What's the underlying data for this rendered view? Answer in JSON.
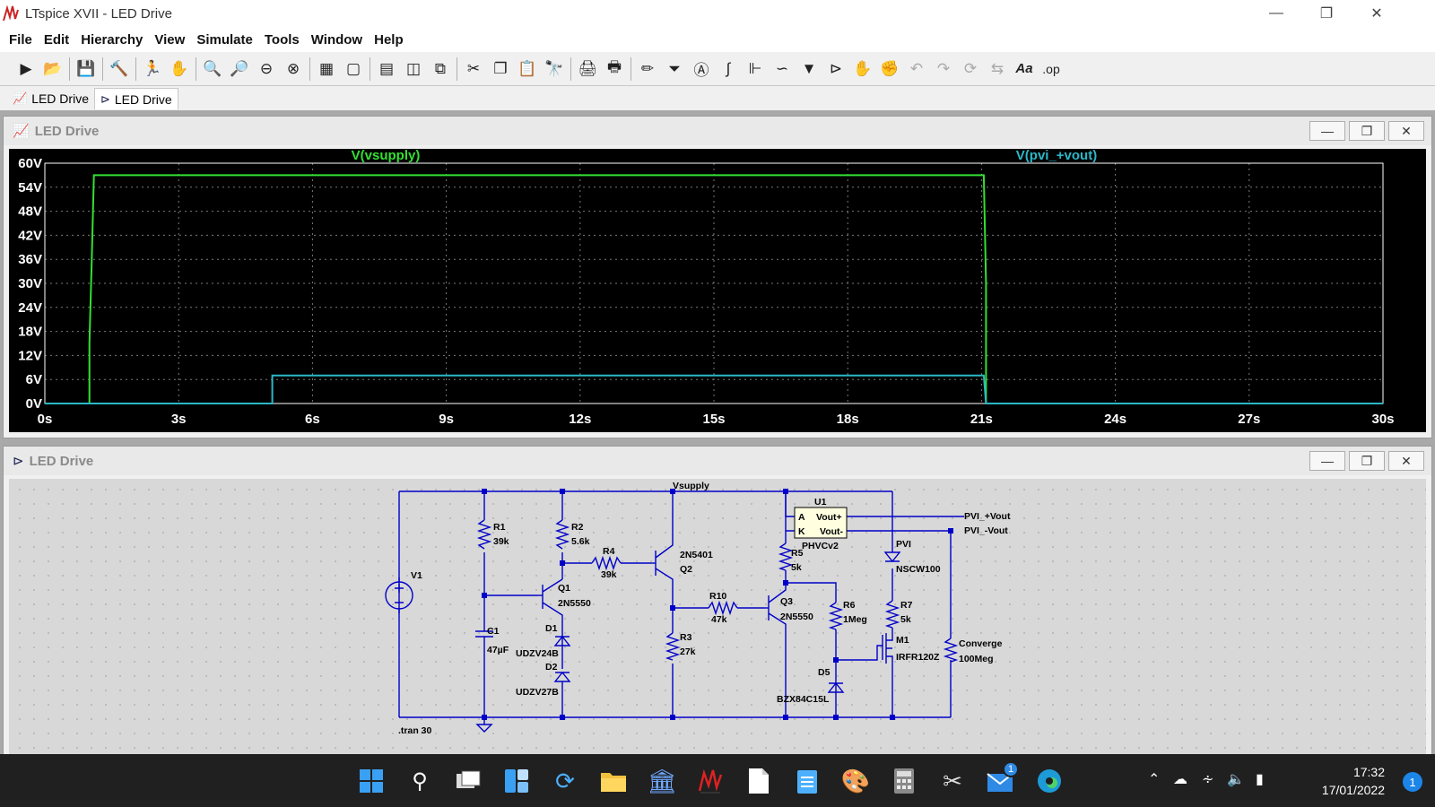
{
  "app": {
    "title": "LTspice XVII - LED Drive"
  },
  "menu": [
    "File",
    "Edit",
    "Hierarchy",
    "View",
    "Simulate",
    "Tools",
    "Window",
    "Help"
  ],
  "toolbar_icons": [
    "run-icon",
    "open-icon",
    "save-icon",
    "control-panel-icon",
    "run-halt-icon",
    "pan-icon",
    "zoom-in-icon",
    "zoom-area-icon",
    "zoom-out-icon",
    "zoom-fit-icon",
    "autorange-icon",
    "autorange-y-icon",
    "tile-horizontal-icon",
    "tile-vertical-icon",
    "cascade-icon",
    "cut-icon",
    "copy-icon",
    "paste-icon",
    "find-icon",
    "print-icon",
    "print-setup-icon",
    "wire-icon",
    "ground-icon",
    "label-net-icon",
    "resistor-icon",
    "capacitor-icon",
    "inductor-icon",
    "diode-icon",
    "component-icon",
    "move-icon",
    "drag-icon",
    "undo-icon",
    "redo-icon",
    "rotate-icon",
    "mirror-icon",
    "text-icon",
    "spice-directive-icon"
  ],
  "tabs": [
    {
      "label": "LED Drive",
      "icon": "waveform-icon"
    },
    {
      "label": "LED Drive",
      "icon": "schematic-icon"
    }
  ],
  "waveform_window": {
    "title": "LED Drive"
  },
  "schematic_window": {
    "title": "LED Drive"
  },
  "chart_data": {
    "type": "line",
    "background": "#000000",
    "x": {
      "min": 0,
      "max": 30,
      "unit": "s",
      "ticks": [
        "0s",
        "3s",
        "6s",
        "9s",
        "12s",
        "15s",
        "18s",
        "21s",
        "24s",
        "27s",
        "30s"
      ]
    },
    "y": {
      "min": 0,
      "max": 60,
      "unit": "V",
      "ticks": [
        "0V",
        "6V",
        "12V",
        "18V",
        "24V",
        "30V",
        "36V",
        "42V",
        "48V",
        "54V",
        "60V"
      ]
    },
    "grid": true,
    "series": [
      {
        "name": "V(vsupply)",
        "color": "#32e032",
        "points": [
          [
            0,
            0
          ],
          [
            1.0,
            0
          ],
          [
            1.0,
            15
          ],
          [
            1.05,
            35
          ],
          [
            1.1,
            57
          ],
          [
            21.05,
            57
          ],
          [
            21.1,
            30
          ],
          [
            21.1,
            0
          ],
          [
            30,
            0
          ]
        ]
      },
      {
        "name": "V(pvi_+vout)",
        "color": "#2bb8c8",
        "points": [
          [
            0,
            0
          ],
          [
            5.1,
            0
          ],
          [
            5.1,
            7
          ],
          [
            21.05,
            7
          ],
          [
            21.1,
            0
          ],
          [
            30,
            0
          ]
        ]
      }
    ]
  },
  "schematic": {
    "net_labels": {
      "vsupply": "Vsupply",
      "pvi_pos": "PVI_+Vout",
      "pvi_neg": "PVI_-Vout"
    },
    "components": {
      "V1": {
        "ref": "V1"
      },
      "R1": {
        "ref": "R1",
        "value": "39k"
      },
      "R2": {
        "ref": "R2",
        "value": "5.6k"
      },
      "R3": {
        "ref": "R3",
        "value": "27k"
      },
      "R4": {
        "ref": "R4",
        "value": "39k"
      },
      "R5": {
        "ref": "R5",
        "value": "5k"
      },
      "R6": {
        "ref": "R6",
        "value": "1Meg"
      },
      "R7": {
        "ref": "R7",
        "value": "5k"
      },
      "R10": {
        "ref": "R10",
        "value": "47k"
      },
      "C1": {
        "ref": "C1",
        "value": "47µF"
      },
      "Q1": {
        "ref": "Q1",
        "value": "2N5550"
      },
      "Q2": {
        "ref": "Q2",
        "value": "2N5401"
      },
      "Q3": {
        "ref": "Q3",
        "value": "2N5550"
      },
      "D1": {
        "ref": "D1",
        "value": "UDZV24B"
      },
      "D2": {
        "ref": "D2",
        "value": "UDZV27B"
      },
      "D5": {
        "ref": "D5",
        "value": "BZX84C15L"
      },
      "PVI": {
        "ref": "PVI",
        "value": "NSCW100"
      },
      "M1": {
        "ref": "M1",
        "value": "IRFR120Z"
      },
      "U1": {
        "ref": "U1",
        "value": "PHVCv2",
        "pins": [
          "A",
          "K",
          "Vout+",
          "Vout-"
        ]
      },
      "Converge": {
        "ref": "Converge",
        "value": "100Meg"
      }
    },
    "directive": ".tran 30"
  },
  "taskbar": {
    "apps": [
      "windows-start-icon",
      "search-icon",
      "task-view-icon",
      "widgets-icon",
      "store-sync-icon",
      "file-explorer-icon",
      "bank-icon",
      "ltspice-icon",
      "document-icon",
      "notepad-icon",
      "paint-icon",
      "calculator-icon",
      "snipping-tool-icon",
      "mail-icon",
      "edge-icon"
    ],
    "mail_badge": "1",
    "time": "17:32",
    "date": "17/01/2022",
    "notification_count": "1"
  }
}
